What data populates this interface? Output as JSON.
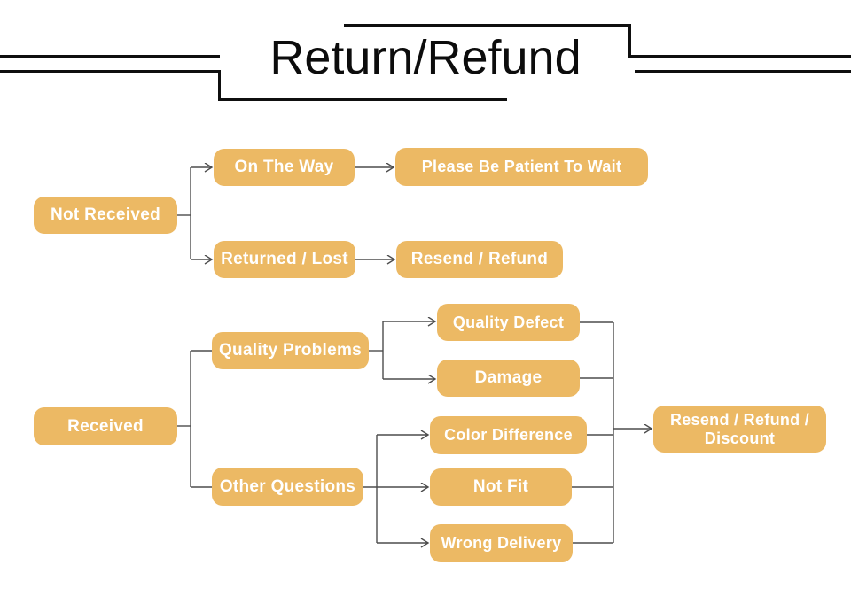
{
  "title": "Return/Refund",
  "colors": {
    "node_fill": "#ECB964",
    "node_text": "#FFFFFF",
    "connector": "#4D4D4D",
    "title_text": "#0C0C0C",
    "frame_line": "#0F0F0F",
    "background": "#FFFFFF"
  },
  "nodes": {
    "not_received": {
      "label": "Not Received"
    },
    "on_the_way": {
      "label": "On The Way"
    },
    "please_wait": {
      "label": "Please Be Patient To Wait"
    },
    "returned_lost": {
      "label": "Returned / Lost"
    },
    "resend_refund": {
      "label": "Resend / Refund"
    },
    "quality_problems": {
      "label": "Quality Problems"
    },
    "received": {
      "label": "Received"
    },
    "other_questions": {
      "label": "Other Questions"
    },
    "quality_defect": {
      "label": "Quality Defect"
    },
    "damage": {
      "label": "Damage"
    },
    "color_difference": {
      "label": "Color Difference"
    },
    "not_fit": {
      "label": "Not Fit"
    },
    "wrong_delivery": {
      "label": "Wrong Delivery"
    },
    "resend_refund_discount": {
      "label": "Resend / Refund / Discount"
    }
  },
  "edges": [
    {
      "from": "not_received",
      "to": "on_the_way",
      "arrow": true
    },
    {
      "from": "not_received",
      "to": "returned_lost",
      "arrow": true
    },
    {
      "from": "on_the_way",
      "to": "please_wait",
      "arrow": true
    },
    {
      "from": "returned_lost",
      "to": "resend_refund",
      "arrow": true
    },
    {
      "from": "received",
      "to": "quality_problems",
      "arrow": false
    },
    {
      "from": "received",
      "to": "other_questions",
      "arrow": false
    },
    {
      "from": "quality_problems",
      "to": "quality_defect",
      "arrow": true
    },
    {
      "from": "quality_problems",
      "to": "damage",
      "arrow": true
    },
    {
      "from": "other_questions",
      "to": "color_difference",
      "arrow": true
    },
    {
      "from": "other_questions",
      "to": "not_fit",
      "arrow": true
    },
    {
      "from": "other_questions",
      "to": "wrong_delivery",
      "arrow": true
    },
    {
      "from": "quality_defect",
      "to": "resend_refund_discount",
      "arrow": true
    },
    {
      "from": "damage",
      "to": "resend_refund_discount",
      "arrow": true
    },
    {
      "from": "color_difference",
      "to": "resend_refund_discount",
      "arrow": true
    },
    {
      "from": "not_fit",
      "to": "resend_refund_discount",
      "arrow": true
    },
    {
      "from": "wrong_delivery",
      "to": "resend_refund_discount",
      "arrow": true
    }
  ]
}
